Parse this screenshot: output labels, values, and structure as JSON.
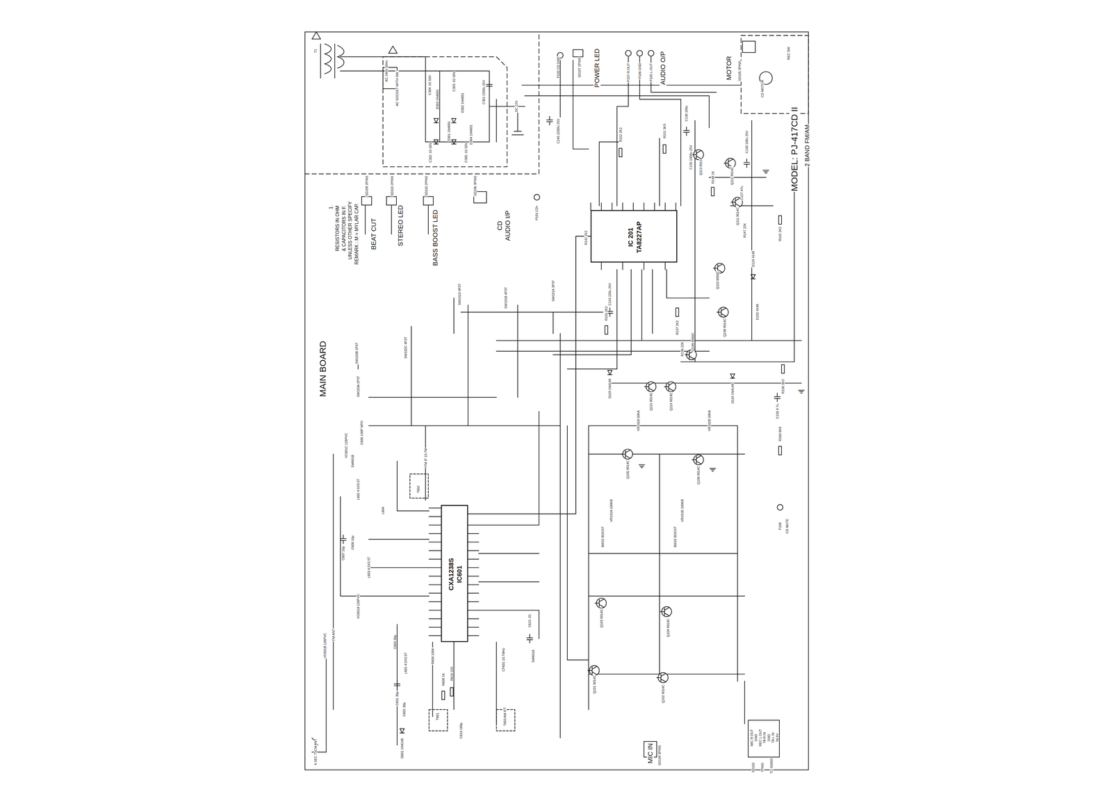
{
  "diagram": {
    "nodes": [
      {
        "text": [
          "CXA1238S",
          "IC601"
        ]
      },
      {
        "text": [
          "IC 201",
          "TA8227AP"
        ]
      }
    ],
    "edges": [
      {
        "from": 0,
        "to": 1,
        "arrow": "none"
      }
    ],
    "labels": [
      "MAIN BOARD",
      "1.",
      "RESISTORS IN OHM",
      "& CAPACITORS IN F.",
      "UNLESS OTHER SPECIFY",
      "REMARK : M = MYLAR CAP.",
      "SD109 2PINS",
      "BEAT CUT",
      "SD110 2PINS",
      "STEREO LED",
      "SD110 2PINS",
      "BASS BOOST LED",
      "SD106 3PINS",
      "CD",
      "AUDIO I/P",
      "P101 CD+",
      "P102 CD GND",
      "SD107 2PINS",
      "POWER LED",
      "P107 R-OUT",
      "P106 GND",
      "P105 L-OUT",
      "AUDIO O/P",
      "MOTOR",
      "SD105 3PINS",
      "CD MOTOR",
      "REC SW",
      "MODEL: PJ-417CD II",
      "2 BAND FM/AM",
      "T1",
      "AC 240V 50Hz",
      "AC SOCKET WITH SW.",
      "D303 1N4001",
      "D301 1N4001",
      "D302 1N4001",
      "D304 1N4001",
      "C304 .01 50V",
      "C303 .01 50V",
      "C302 .01 50V",
      "C305 .01 50V",
      "C301 2200u 25V",
      "DC 12V",
      "C145 2200U 25V",
      "R152 2K2",
      "R151 3K3",
      "C136 100u",
      "C135 1000u 25V",
      "C130 100u 25V",
      "Q113 9013",
      "R149 1K",
      "Q112 9014C",
      "C127 47u",
      "Q111 9014C",
      "R147 22K",
      "R142 2K2",
      "Q110 8050C",
      "D124 4148",
      "Q108 9014C",
      "D102 4148",
      "Q109 8050C",
      "R137 2K2",
      "R136 22K",
      "C124 220u 25V",
      "R155 2K2",
      "R142 2K2",
      "L602 4.5X3.5T",
      "VC601C 126PVC",
      "C606 130P NPO",
      "L604",
      "L603 4.5X3.5T",
      "VC601A 126PVC",
      "C607 10p",
      "C608 10p",
      "T602",
      "FM IF 10.7M",
      "CF601 10.7MHz",
      "SW601A",
      "T601",
      "T603 AM IFT",
      "L601 4.5X3.5T",
      "C601 30p",
      "C602 30p",
      "C603 30p",
      "D601 1N4148",
      "R609 1K",
      "R610 220",
      "C614 180p",
      "C615 .01",
      "R608 100K",
      "BASS BOOST",
      "BASS BOOST",
      "VR101A 100KB",
      "VR101B 100KB",
      "Q101 9014C",
      "Q102 9014C",
      "Q103 9014C",
      "Q104 9014C",
      "Q105 9014C",
      "Q106 9014C",
      "Q114 9014C",
      "Q115 9014C",
      "VR102A 50KA",
      "VR102B 50KA",
      "D118 1N4148",
      "D119 1N4148",
      "R156 3K3",
      "C150 4.7u",
      "R160 6K8",
      "SW103B 2P3T",
      "SW103A 2P3T",
      "SW102C 4P3T",
      "SW101D 4P3T",
      "SW101B 4P3T",
      "SW101A 3P3T",
      "P109",
      "CD MUTE",
      "MIC IN",
      "SD104 3PINS",
      "SD102",
      "7PINS",
      "TO SD003",
      "MIC R OUT",
      "GND",
      "REC L OUT",
      "TA R IN",
      "GND",
      "TA L IN",
      "TA 9V",
      "6 SEC T5CM ANT",
      "FM ANT",
      "VC601B 126PVC",
      "SW601B"
    ]
  }
}
